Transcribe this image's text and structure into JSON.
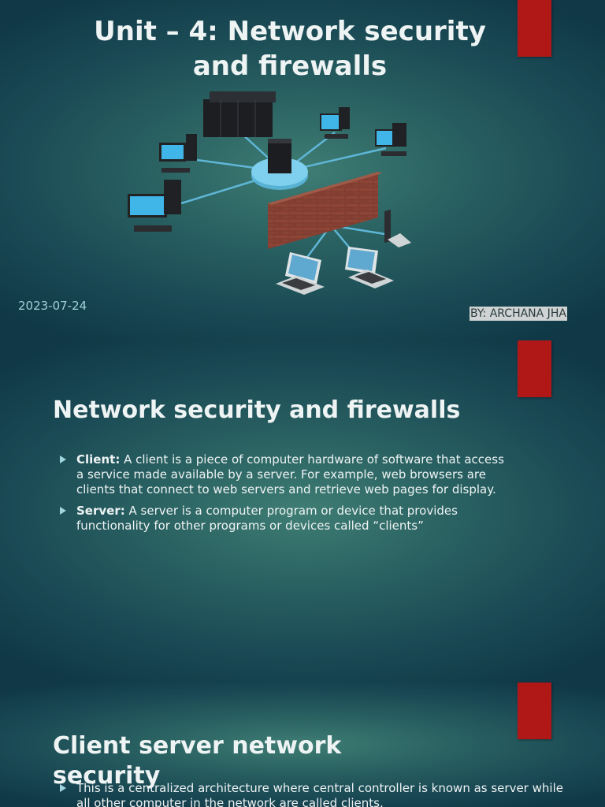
{
  "slide1": {
    "title": "Unit – 4: Network security and firewalls",
    "date": "2023-07-24",
    "byline": "BY: ARCHANA JHA"
  },
  "slide2": {
    "heading": "Network security and firewalls",
    "bullets": [
      {
        "term": "Client:",
        "text": " A client is a piece of computer hardware of software that access a service made available by a server. For example, web browsers are clients that connect to web servers and retrieve web pages for display."
      },
      {
        "term": "Server:",
        "text": " A server is a computer program or device that provides functionality for other programs or devices called “clients”"
      }
    ]
  },
  "slide3": {
    "heading": "Client server network security",
    "bullets": [
      {
        "text": "This is a centralized architecture where central controller is known as server while all other computer in the network are called clients."
      }
    ]
  },
  "colors": {
    "accent_red": "#b01818",
    "background": "#1a4a55",
    "bullet_arrow": "#9ed5de"
  },
  "icons": [
    "server-rack-icon",
    "network-hub-icon",
    "desktop-computer-icon",
    "laptop-icon",
    "brick-firewall-icon",
    "bullet-arrow-icon"
  ]
}
